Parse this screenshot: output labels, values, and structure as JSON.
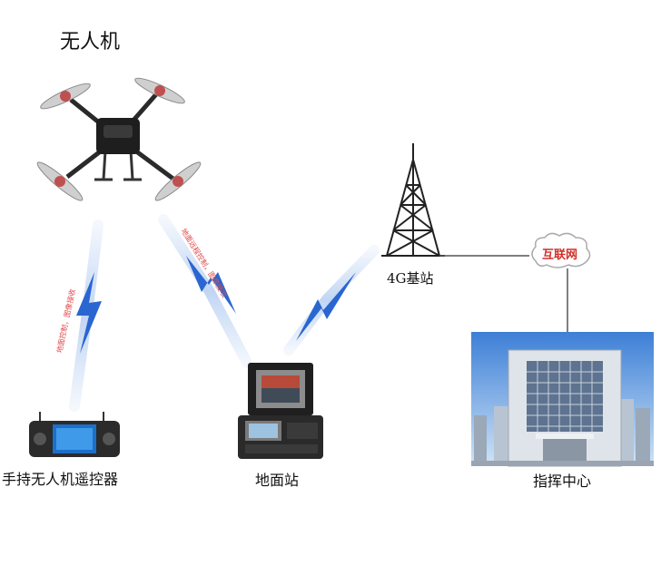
{
  "diagram": {
    "title": "无人机",
    "nodes": {
      "remote_controller": "手持无人机遥控器",
      "ground_station": "地面站",
      "base_station": "4G基站",
      "command_center": "指挥中心",
      "internet": "互联网"
    },
    "links": {
      "drone_to_controller": "地面控制，图像接收",
      "drone_to_ground_station": "地面远程控制，图像接收"
    }
  },
  "colors": {
    "lightning": "#2a66d0",
    "link_text": "#e04848",
    "internet_text": "#d0302a",
    "line": "#555555"
  }
}
